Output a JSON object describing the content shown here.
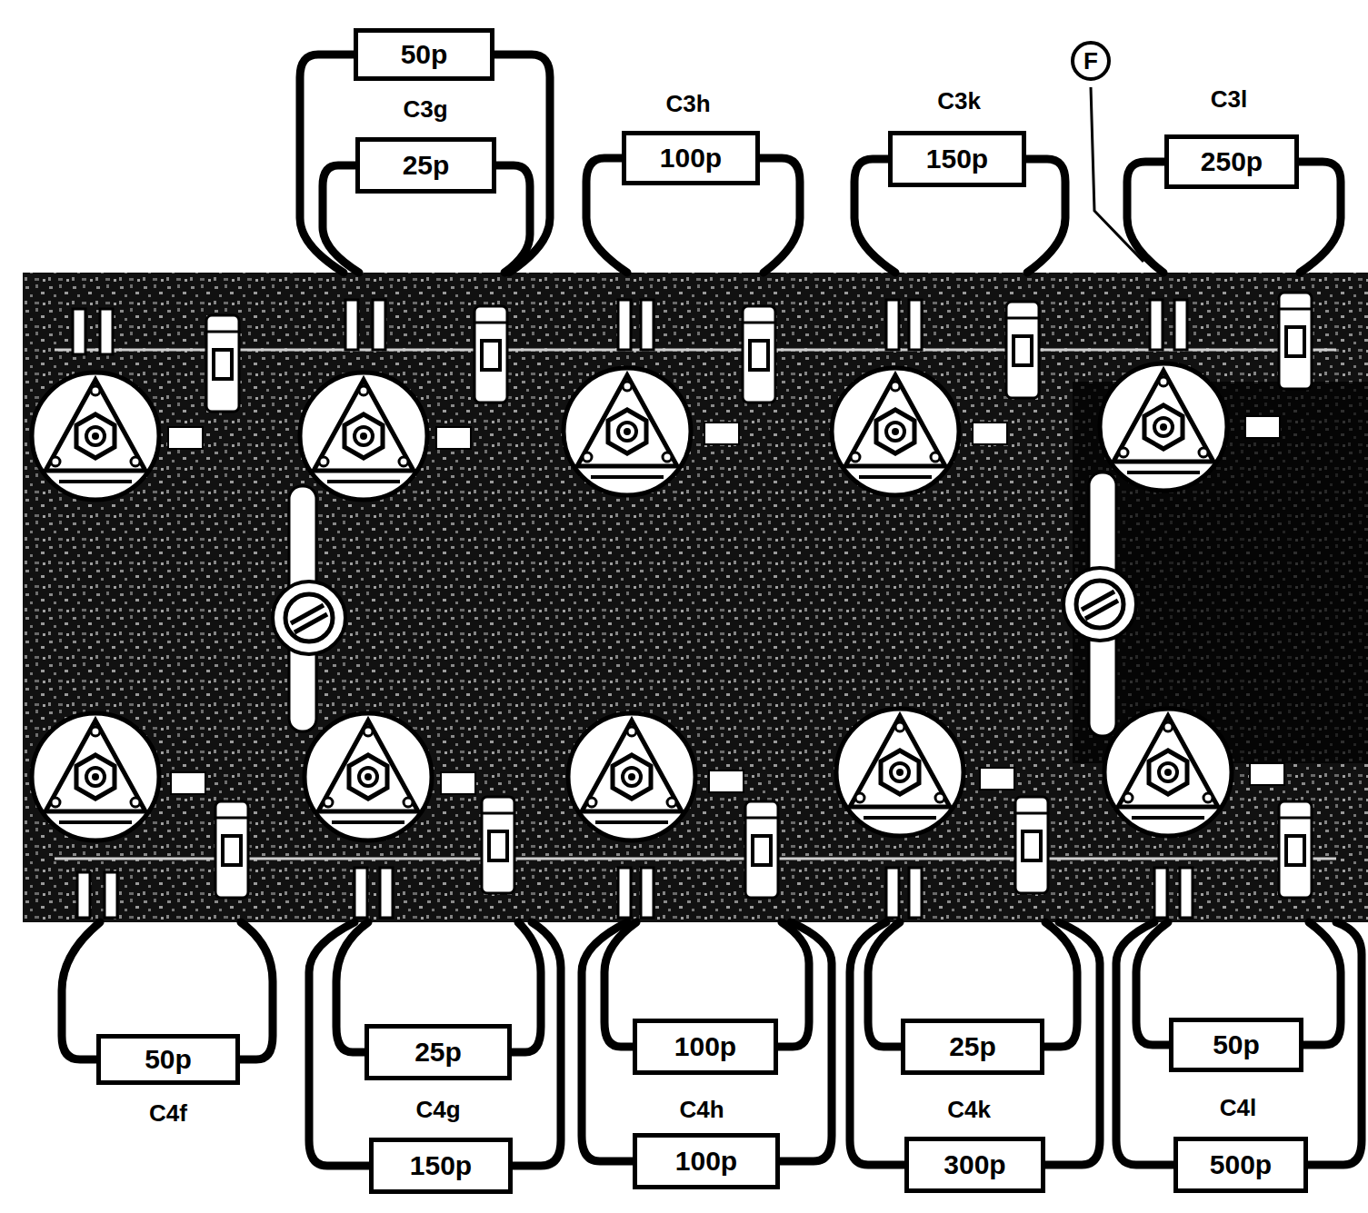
{
  "diagram": {
    "nodes": [
      {
        "text": [
          "50p"
        ]
      },
      {
        "text": [
          "25p"
        ]
      },
      {
        "text": [
          "100p"
        ]
      },
      {
        "text": [
          "150p"
        ]
      },
      {
        "text": [
          "F"
        ]
      },
      {
        "text": [
          "250p"
        ]
      },
      {
        "text": [
          "50p"
        ]
      },
      {
        "text": [
          "25p"
        ]
      },
      {
        "text": [
          "150p"
        ]
      },
      {
        "text": [
          "100p"
        ]
      },
      {
        "text": [
          "100p"
        ]
      },
      {
        "text": [
          "25p"
        ]
      },
      {
        "text": [
          "300p"
        ]
      },
      {
        "text": [
          "50p"
        ]
      },
      {
        "text": [
          "500p"
        ]
      }
    ],
    "labels": [
      "C3g",
      "C3h",
      "C3k",
      "C3l",
      "C4f",
      "C4g",
      "C4h",
      "C4k",
      "C4l"
    ]
  }
}
